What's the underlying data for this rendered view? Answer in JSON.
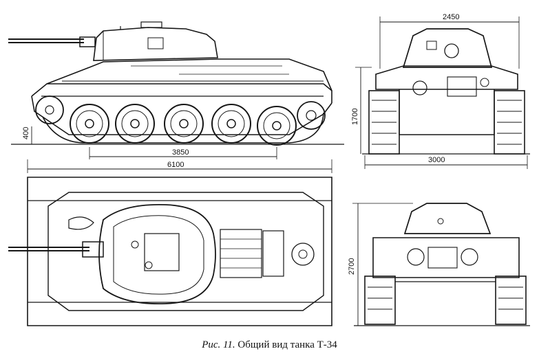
{
  "caption": {
    "prefix": "Рис. 11.",
    "title": "Общий вид танка Т-34"
  },
  "dimensions": {
    "ground_clearance": "400",
    "wheelbase": "3850",
    "overall_length": "6100",
    "top_width": "2450",
    "track_width": "3000",
    "front_height": "1700",
    "rear_height": "2700"
  }
}
